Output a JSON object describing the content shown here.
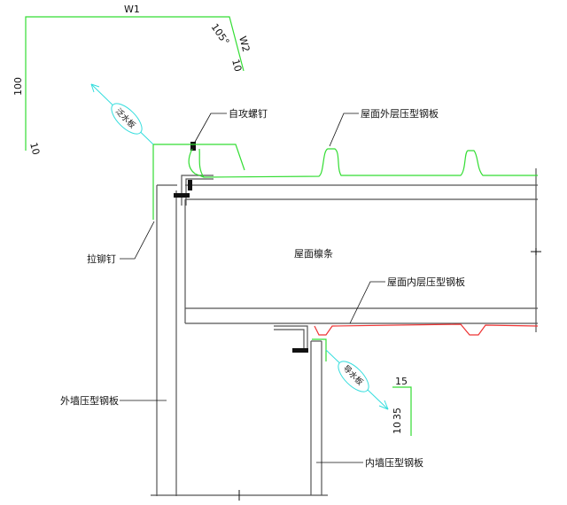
{
  "diagram": {
    "type": "construction-detail",
    "colors": {
      "structure": "#555555",
      "outer_panel": "#33dd33",
      "inner_panel": "#ee3333",
      "flashing": "#33dddd",
      "leader": "#111111"
    },
    "flashing_profile_top": {
      "dim_w1": "W1",
      "dim_angle": "105°",
      "dim_w2": "W2",
      "dim_10_right": "10",
      "dim_height": "100",
      "dim_10_left": "10"
    },
    "flashing_profile_bottom": {
      "dim_15": "15",
      "dim_35": "35",
      "dim_10": "10"
    },
    "labels": {
      "flashing_top": "泛水板",
      "self_tapping_screw": "自攻螺钉",
      "roof_outer_panel": "屋面外层压型钢板",
      "blind_rivet": "拉铆钉",
      "purlin": "屋面檩条",
      "roof_inner_panel": "屋面内层压型钢板",
      "flashing_bottom": "导水板",
      "outer_wall_panel": "外墙压型钢板",
      "inner_wall_panel": "内墙压型钢板"
    }
  }
}
